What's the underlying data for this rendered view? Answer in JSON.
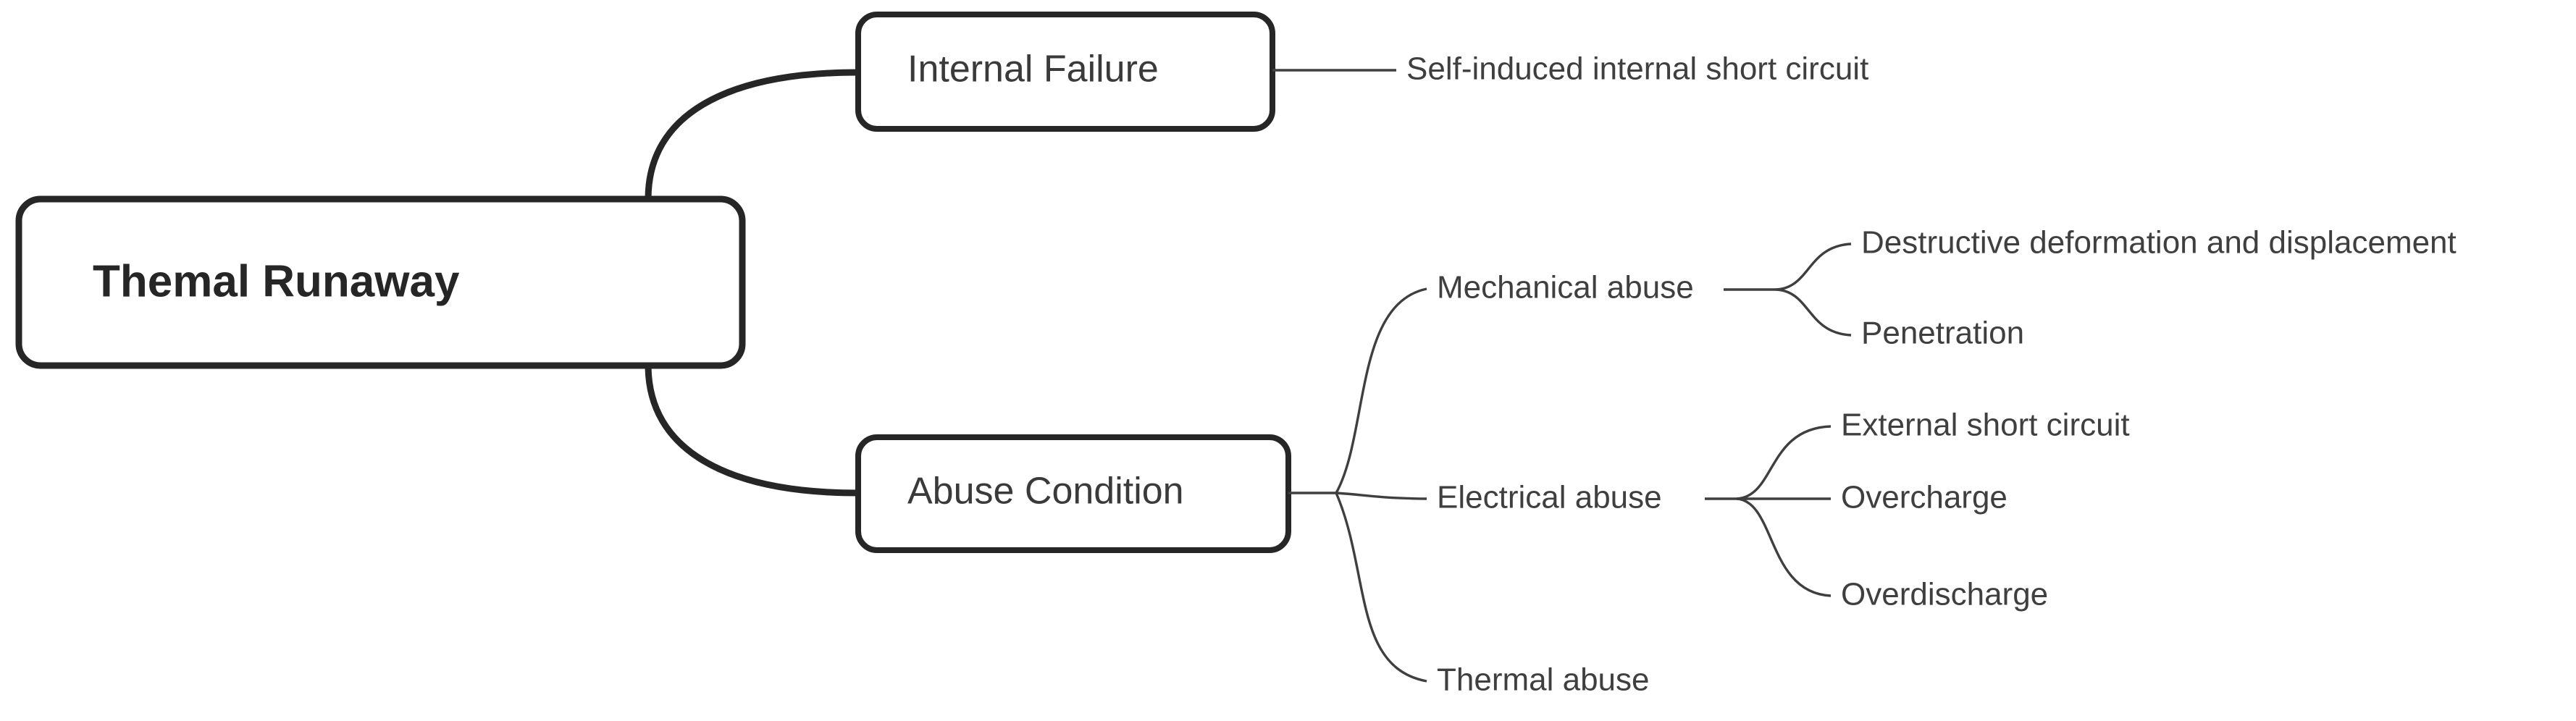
{
  "diagram": {
    "type": "mindmap",
    "orientation": "left-to-right",
    "background_color": "#ffffff",
    "node_border_color": "#262626",
    "edge_color": "#3f3f3f",
    "text_color": "#3a3a3a",
    "root": {
      "label": "Themal Runaway",
      "shape": "rounded-rectangle",
      "bold": true
    },
    "branches": [
      {
        "label": "Internal Failure",
        "shape": "rounded-rectangle",
        "children": [
          {
            "label": "Self-induced internal short circuit",
            "children": []
          }
        ]
      },
      {
        "label": "Abuse Condition",
        "shape": "rounded-rectangle",
        "children": [
          {
            "label": "Mechanical abuse",
            "children": [
              {
                "label": "Destructive deformation and displacement"
              },
              {
                "label": "Penetration"
              }
            ]
          },
          {
            "label": "Electrical abuse",
            "children": [
              {
                "label": "External short circuit"
              },
              {
                "label": "Overcharge"
              },
              {
                "label": "Overdischarge"
              }
            ]
          },
          {
            "label": "Thermal abuse",
            "children": []
          }
        ]
      }
    ]
  }
}
